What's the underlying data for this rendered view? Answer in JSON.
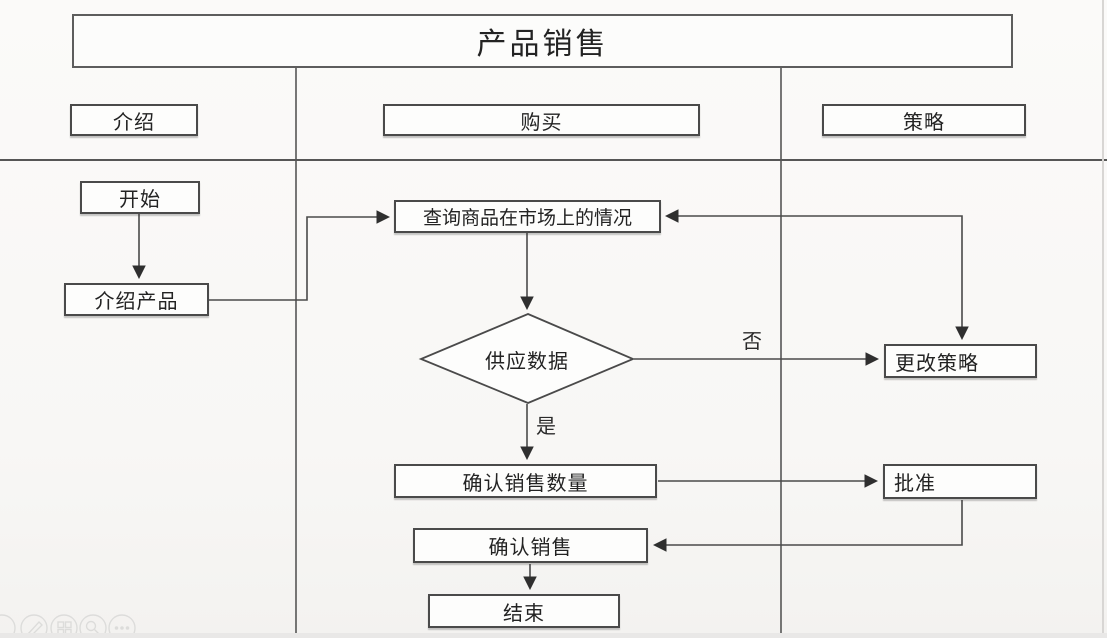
{
  "diagram": {
    "title": "产品销售",
    "lanes": [
      {
        "label": "介绍"
      },
      {
        "label": "购买"
      },
      {
        "label": "策略"
      }
    ],
    "nodes": {
      "start": "开始",
      "introduce_product": "介绍产品",
      "query_market": "查询商品在市场上的情况",
      "supply_data": "供应数据",
      "confirm_quantity": "确认销售数量",
      "confirm_sale": "确认销售",
      "end": "结束",
      "change_strategy": "更改策略",
      "approve": "批准"
    },
    "edge_labels": {
      "yes": "是",
      "no": "否"
    },
    "colors": {
      "line": "#4a4a4a",
      "arrow": "#2f2f2f",
      "box_fill": "#fdfdfc",
      "background": "#f9f8f6"
    }
  },
  "toolbar": {
    "icons": [
      {
        "name": "partial-circle-icon"
      },
      {
        "name": "edit-pencil-icon"
      },
      {
        "name": "grid-icon"
      },
      {
        "name": "search-icon"
      },
      {
        "name": "more-ellipsis-icon"
      }
    ]
  }
}
